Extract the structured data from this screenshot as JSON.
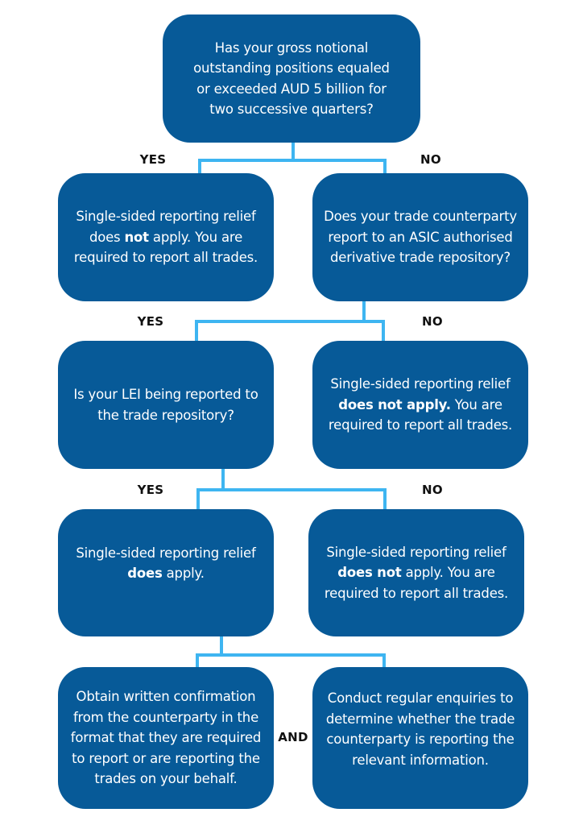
{
  "colors": {
    "box_fill": "#075A98",
    "box_text": "#FFFFFF",
    "connector": "#3EB5F1",
    "label_text": "#111111"
  },
  "nodes": {
    "q1": {
      "parts": [
        {
          "t": "Has your gross notional outstanding positions equaled or exceeded AUD 5 billion for two successive quarters?",
          "b": false
        }
      ]
    },
    "q1_yes": {
      "parts": [
        {
          "t": "Single-sided reporting relief does ",
          "b": false
        },
        {
          "t": "not",
          "b": true
        },
        {
          "t": " apply. You are required to report all trades.",
          "b": false
        }
      ]
    },
    "q2": {
      "parts": [
        {
          "t": "Does your trade counterparty report to an ASIC authorised derivative trade repository?",
          "b": false
        }
      ]
    },
    "q3": {
      "parts": [
        {
          "t": "Is your LEI being reported to the trade repository?",
          "b": false
        }
      ]
    },
    "q2_no": {
      "parts": [
        {
          "t": "Single-sided reporting relief ",
          "b": false
        },
        {
          "t": "does not apply.",
          "b": true
        },
        {
          "t": " You are required to report all trades.",
          "b": false
        }
      ]
    },
    "q3_yes": {
      "parts": [
        {
          "t": "Single-sided reporting relief ",
          "b": false
        },
        {
          "t": "does",
          "b": true
        },
        {
          "t": " apply.",
          "b": false
        }
      ]
    },
    "q3_no": {
      "parts": [
        {
          "t": "Single-sided reporting relief ",
          "b": false
        },
        {
          "t": "does not",
          "b": true
        },
        {
          "t": " apply. You are required to report all trades.",
          "b": false
        }
      ]
    },
    "action1": {
      "parts": [
        {
          "t": "Obtain written confirmation from the counterparty in the format that they are required to report or are reporting the trades on your behalf.",
          "b": false
        }
      ]
    },
    "action2": {
      "parts": [
        {
          "t": "Conduct regular enquiries to determine whether the trade counterparty is reporting the relevant information.",
          "b": false
        }
      ]
    }
  },
  "labels": {
    "q1_yes": "YES",
    "q1_no": "NO",
    "q2_yes": "YES",
    "q2_no": "NO",
    "q3_yes": "YES",
    "q3_no": "NO",
    "and": "AND"
  }
}
